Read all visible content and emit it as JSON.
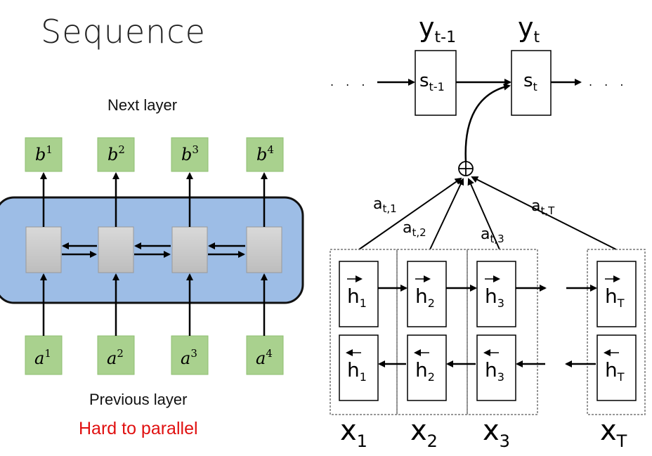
{
  "left": {
    "title": "Sequence",
    "top_caption": "Next layer",
    "bottom_caption": "Previous layer",
    "warning": "Hard to parallel",
    "outputs": [
      {
        "base": "b",
        "sup": "1"
      },
      {
        "base": "b",
        "sup": "2"
      },
      {
        "base": "b",
        "sup": "3"
      },
      {
        "base": "b",
        "sup": "4"
      }
    ],
    "inputs": [
      {
        "base": "a",
        "sup": "1"
      },
      {
        "base": "a",
        "sup": "2"
      },
      {
        "base": "a",
        "sup": "3"
      },
      {
        "base": "a",
        "sup": "4"
      }
    ]
  },
  "right": {
    "outputs": [
      {
        "base": "y",
        "sub": "t-1"
      },
      {
        "base": "y",
        "sub": "t"
      }
    ],
    "states": [
      {
        "base": "s",
        "sub": "t-1"
      },
      {
        "base": "s",
        "sub": "t"
      }
    ],
    "dots": ". . .",
    "combine_symbol": "⊕",
    "weights": [
      {
        "base": "a",
        "sub": "t,1"
      },
      {
        "base": "a",
        "sub": "t,2"
      },
      {
        "base": "a",
        "sub": "t,3"
      },
      {
        "base": "a",
        "sub": "t,T"
      }
    ],
    "forward_hidden": [
      {
        "base": "h",
        "sub": "1"
      },
      {
        "base": "h",
        "sub": "2"
      },
      {
        "base": "h",
        "sub": "3"
      },
      {
        "base": "h",
        "sub": "T"
      }
    ],
    "backward_hidden": [
      {
        "base": "h",
        "sub": "1"
      },
      {
        "base": "h",
        "sub": "2"
      },
      {
        "base": "h",
        "sub": "3"
      },
      {
        "base": "h",
        "sub": "T"
      }
    ],
    "inputs": [
      {
        "base": "x",
        "sub": "1"
      },
      {
        "base": "x",
        "sub": "2"
      },
      {
        "base": "x",
        "sub": "3"
      },
      {
        "base": "x",
        "sub": "T"
      }
    ]
  }
}
